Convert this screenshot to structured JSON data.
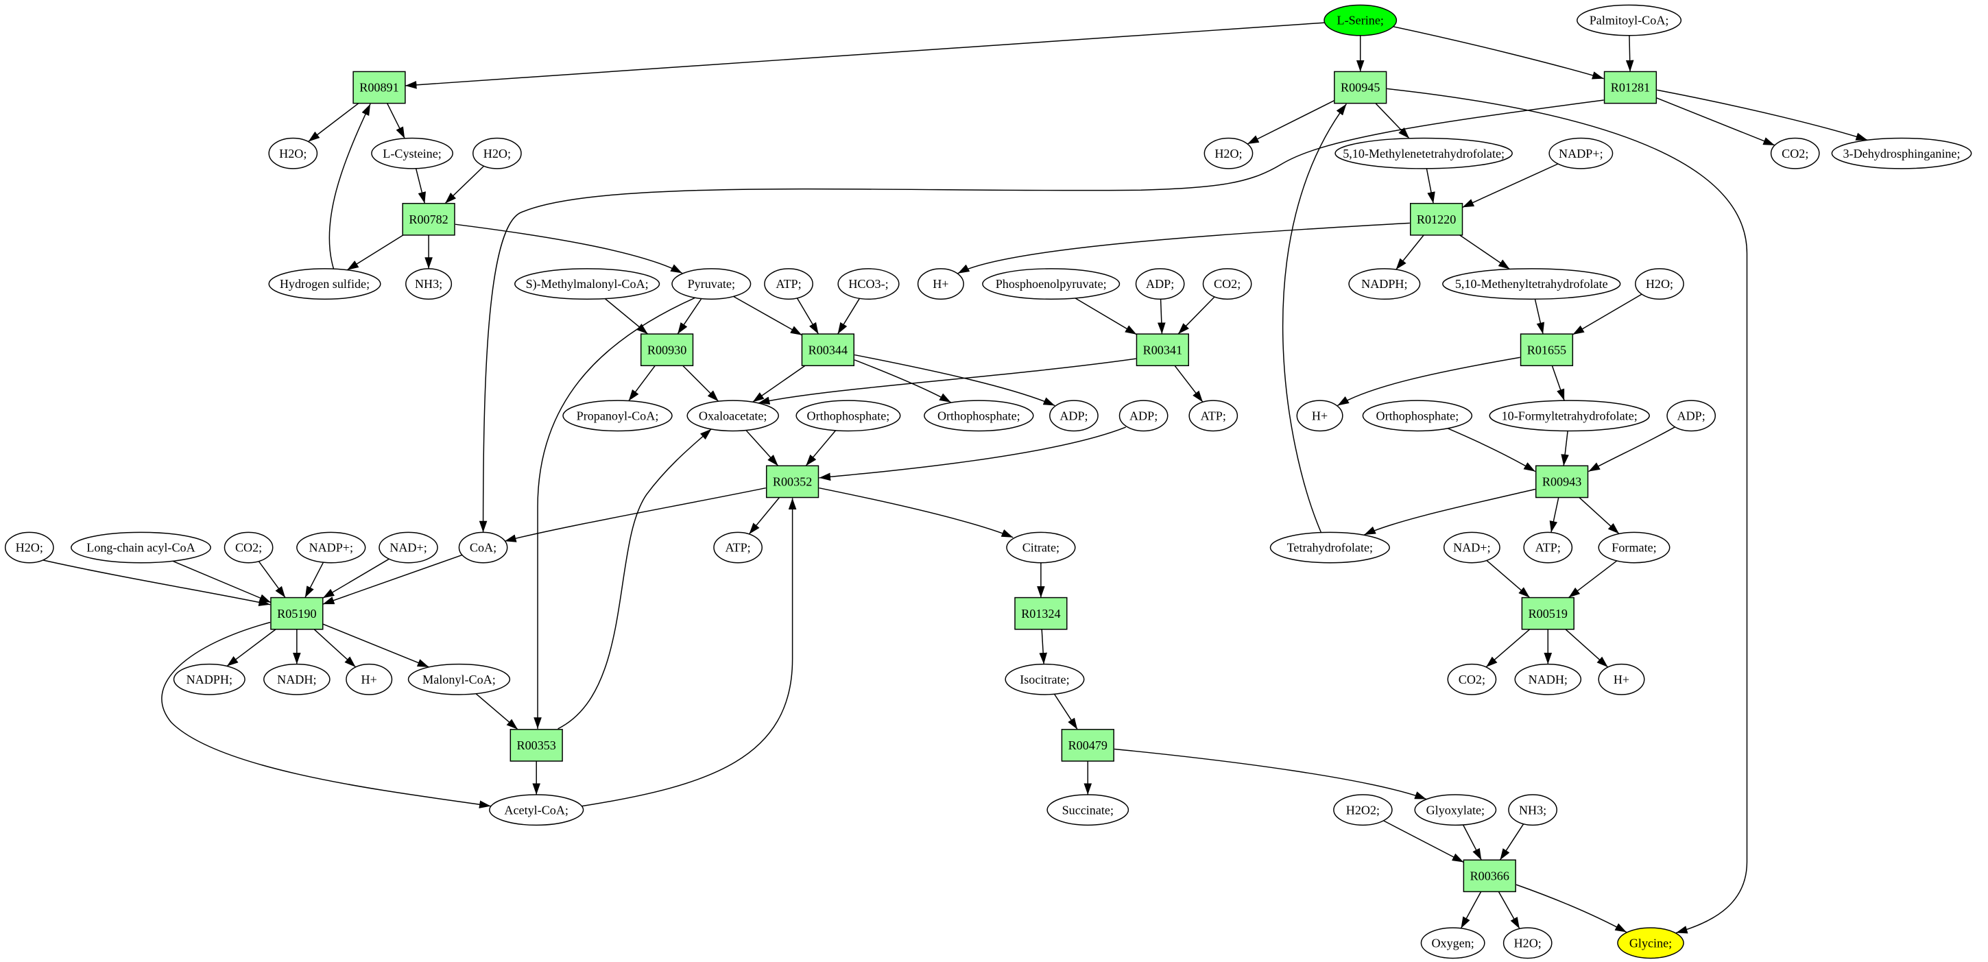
{
  "colors": {
    "reaction_fill": "#98fb98",
    "compound_fill": "#ffffff",
    "stroke": "#000000"
  },
  "compounds": [
    {
      "label": "L-Serine;",
      "fill": "#00ff00"
    },
    {
      "label": "Palmitoyl-CoA;"
    },
    {
      "label": "H2O;"
    },
    {
      "label": "L-Cysteine;"
    },
    {
      "label": "H2O;"
    },
    {
      "label": "H2O;"
    },
    {
      "label": "5,10-Methylenetetrahydrofolate;"
    },
    {
      "label": "NADP+;"
    },
    {
      "label": "CO2;"
    },
    {
      "label": "3-Dehydrosphinganine;"
    },
    {
      "label": "Hydrogen sulfide;"
    },
    {
      "label": "NH3;"
    },
    {
      "label": "S)-Methylmalonyl-CoA;"
    },
    {
      "label": "Pyruvate;"
    },
    {
      "label": "ATP;"
    },
    {
      "label": "HCO3-;"
    },
    {
      "label": "H+"
    },
    {
      "label": "Phosphoenolpyruvate;"
    },
    {
      "label": "ADP;"
    },
    {
      "label": "CO2;"
    },
    {
      "label": "NADPH;"
    },
    {
      "label": "5,10-Methenyltetrahydrofolate"
    },
    {
      "label": "H2O;"
    },
    {
      "label": "Propanoyl-CoA;"
    },
    {
      "label": "Oxaloacetate;"
    },
    {
      "label": "Orthophosphate;"
    },
    {
      "label": "Orthophosphate;"
    },
    {
      "label": "ADP;"
    },
    {
      "label": "ADP;"
    },
    {
      "label": "ATP;"
    },
    {
      "label": "H+"
    },
    {
      "label": "Orthophosphate;"
    },
    {
      "label": "10-Formyltetrahydrofolate;"
    },
    {
      "label": "ADP;"
    },
    {
      "label": "H2O;"
    },
    {
      "label": "Long-chain acyl-CoA"
    },
    {
      "label": "CO2;"
    },
    {
      "label": "NADP+;"
    },
    {
      "label": "NAD+;"
    },
    {
      "label": "CoA;"
    },
    {
      "label": "ATP;"
    },
    {
      "label": "Citrate;"
    },
    {
      "label": "Tetrahydrofolate;"
    },
    {
      "label": "NAD+;"
    },
    {
      "label": "ATP;"
    },
    {
      "label": "Formate;"
    },
    {
      "label": "NADPH;"
    },
    {
      "label": "NADH;"
    },
    {
      "label": "H+"
    },
    {
      "label": "Malonyl-CoA;"
    },
    {
      "label": "Isocitrate;"
    },
    {
      "label": "CO2;"
    },
    {
      "label": "NADH;"
    },
    {
      "label": "H+"
    },
    {
      "label": "Acetyl-CoA;"
    },
    {
      "label": "Succinate;"
    },
    {
      "label": "H2O2;"
    },
    {
      "label": "Glyoxylate;"
    },
    {
      "label": "NH3;"
    },
    {
      "label": "Oxygen;"
    },
    {
      "label": "H2O;"
    },
    {
      "label": "Glycine;",
      "fill": "#ffff00"
    }
  ],
  "reactions": [
    {
      "label": "R00891",
      "substrates": [
        0,
        10
      ],
      "products": [
        2,
        3
      ]
    },
    {
      "label": "R00945",
      "substrates": [
        0,
        42
      ],
      "products": [
        5,
        6,
        61
      ]
    },
    {
      "label": "R01281",
      "substrates": [
        0,
        1
      ],
      "products": [
        8,
        9,
        39
      ]
    },
    {
      "label": "R00782",
      "substrates": [
        3,
        4
      ],
      "products": [
        10,
        11,
        13
      ]
    },
    {
      "label": "R01220",
      "substrates": [
        6,
        7
      ],
      "products": [
        16,
        20,
        21
      ]
    },
    {
      "label": "R00930",
      "substrates": [
        12,
        13
      ],
      "products": [
        23,
        24
      ]
    },
    {
      "label": "R00344",
      "substrates": [
        13,
        14,
        15
      ],
      "products": [
        24,
        26,
        27
      ]
    },
    {
      "label": "R00341",
      "substrates": [
        17,
        18,
        19
      ],
      "products": [
        24,
        29
      ]
    },
    {
      "label": "R01655",
      "substrates": [
        21,
        22
      ],
      "products": [
        30,
        32
      ]
    },
    {
      "label": "R00352",
      "substrates": [
        24,
        25,
        28,
        54
      ],
      "products": [
        39,
        40,
        41
      ]
    },
    {
      "label": "R00943",
      "substrates": [
        31,
        32,
        33
      ],
      "products": [
        42,
        44,
        45
      ]
    },
    {
      "label": "R05190",
      "substrates": [
        34,
        35,
        36,
        37,
        38,
        39
      ],
      "products": [
        46,
        47,
        48,
        49,
        54
      ]
    },
    {
      "label": "R01324",
      "substrates": [
        41
      ],
      "products": [
        50
      ]
    },
    {
      "label": "R00519",
      "substrates": [
        43,
        45
      ],
      "products": [
        51,
        52,
        53
      ]
    },
    {
      "label": "R00353",
      "substrates": [
        13,
        49
      ],
      "products": [
        24,
        54
      ]
    },
    {
      "label": "R00479",
      "substrates": [
        50
      ],
      "products": [
        55,
        57
      ]
    },
    {
      "label": "R00366",
      "substrates": [
        56,
        57,
        58
      ],
      "products": [
        59,
        60,
        61
      ]
    }
  ]
}
